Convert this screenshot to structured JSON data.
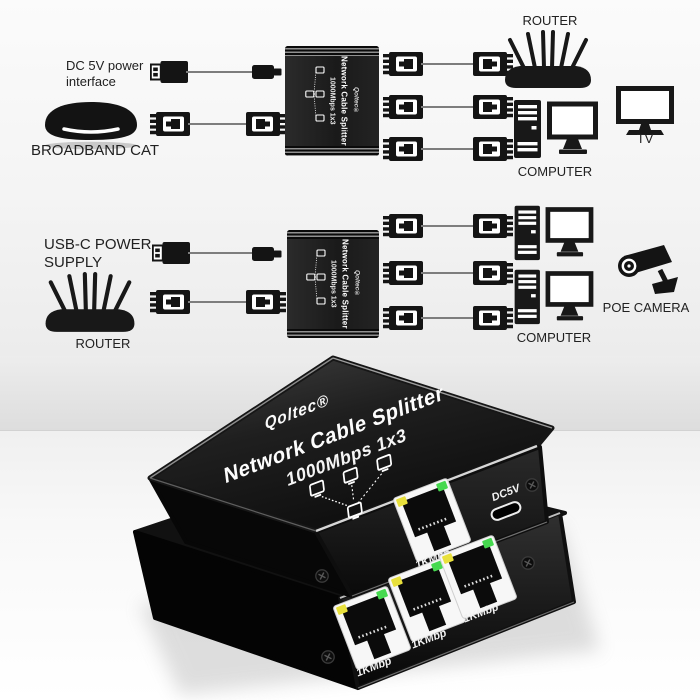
{
  "colors": {
    "device_black": "#141414",
    "led_yellow": "#e8e03c",
    "led_green": "#46d94f",
    "backdrop_wall": "#e3e3e3",
    "backdrop_floor": "#ffffff"
  },
  "diagram_top": {
    "power_line1": "DC 5V power",
    "power_line2": "interface",
    "source_label": "BROADBAND CAT",
    "router_label": "ROUTER",
    "computer_label": "COMPUTER",
    "tv_label": "TV"
  },
  "diagram_middle": {
    "power_line1": "USB-C POWER",
    "power_line2": "SUPPLY",
    "router_label": "ROUTER",
    "computer_label": "COMPUTER",
    "camera_label": "POE CAMERA"
  },
  "splitter_print": {
    "brand": "Qoltec®",
    "title": "Network Cable Splitter",
    "subtitle": "1000Mbps 1x3"
  },
  "product_photo": {
    "brand": "Qoltec®",
    "title": "Network Cable Splitter",
    "subtitle": "1000Mbps 1x3",
    "dc_port_label": "DC5V",
    "port_labels": [
      "1KMbp",
      "1KMbp",
      "1KMbp",
      "1KMbp"
    ]
  }
}
